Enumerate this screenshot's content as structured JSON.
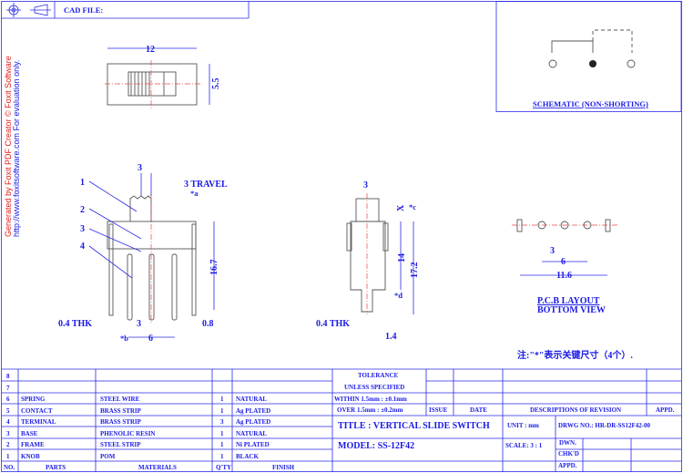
{
  "header": {
    "cad_file_label": "CAD FILE:"
  },
  "watermark": {
    "line1": "Generated by Foxit PDF Creator © Foxit Software",
    "line2": "http://www.foxitsoftware.com   For evaluation only."
  },
  "schematic": {
    "label": "SCHEMATIC (NON-SHORTING)"
  },
  "top_view": {
    "width": "12",
    "height": "5.5"
  },
  "front_view": {
    "knob_width": "3",
    "travel": "3 TRAVEL",
    "travel_note": "*a",
    "height": "16.7",
    "thk": "0.4 THK",
    "pitch": "3",
    "span": "6",
    "span_note": "*b",
    "pin": "0.8",
    "callouts": [
      "1",
      "2",
      "3",
      "4"
    ]
  },
  "side_view": {
    "knob": "3",
    "x_label": "X",
    "x_note": "*c",
    "h1": "14",
    "h1_note": "*d",
    "h2": "17.2",
    "thk": "0.4 THK",
    "pin": "1.4"
  },
  "pcb": {
    "pitch": "3",
    "span": "6",
    "total": "11.6",
    "label1": "P.C.B LAYOUT",
    "label2": "BOTTOM VIEW"
  },
  "note": "注:\"*\"表示关键尺寸（4个）.",
  "bom": {
    "headers": [
      "NO.",
      "PARTS",
      "MATERIALS",
      "Q'TY",
      "FINISH"
    ],
    "rows": [
      [
        "8",
        "",
        "",
        "",
        ""
      ],
      [
        "7",
        "",
        "",
        "",
        ""
      ],
      [
        "6",
        "SPRING",
        "STEEL WIRE",
        "1",
        "NATURAL"
      ],
      [
        "5",
        "CONTACT",
        "BRASS STRIP",
        "1",
        "Ag PLATED"
      ],
      [
        "4",
        "TERMINAL",
        "BRASS STRIP",
        "3",
        "Ag PLATED"
      ],
      [
        "3",
        "BASE",
        "PHENOLIC RESIN",
        "1",
        "NATURAL"
      ],
      [
        "2",
        "FRAME",
        "STEEL STRIP",
        "1",
        "Ni PLATED"
      ],
      [
        "1",
        "KNOB",
        "POM",
        "1",
        "BLACK"
      ]
    ]
  },
  "title_block": {
    "tol1": "TOLERANCE",
    "tol2": "UNLESS  SPECIFIED",
    "within": "WITHIN 1.5mm : ±0.1mm",
    "over": "OVER  1.5mm : ±0.2mm",
    "issue": "ISSUE",
    "date": "DATE",
    "desc": "DESCRIPTIONS OF REVISION",
    "appd": "APPD.",
    "title": "TITLE :  VERTICAL SLIDE SWITCH",
    "unit": "UNIT :  mm",
    "drwg": "DRWG NO.:  HR-DR-SS12F42-00",
    "model": "MODEL:  SS-12F42",
    "scale": "SCALE: 3 : 1",
    "dwn": "DWN.",
    "chkd": "CHK'D",
    "appd2": "APPD."
  }
}
